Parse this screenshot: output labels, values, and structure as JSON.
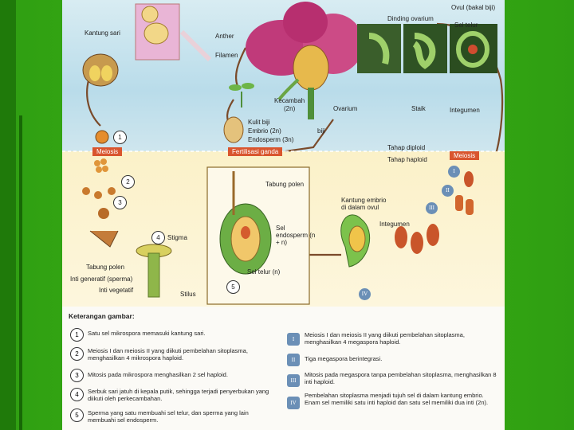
{
  "labels": {
    "kantung_sari": "Kantung sari",
    "anther": "Anther",
    "filamen": "Filamen",
    "ovul": "Ovul (bakal biji)",
    "dinding_ovarium": "Dinding ovarium",
    "sel_telur_top": "Sel telur",
    "kecambah": "Kecambah",
    "kecambah_2": "(2n)",
    "kulit_biji": "Kulit biji",
    "embrio": "Embrio (2n)",
    "endosperm": "Endosperm (3n)",
    "biji": "biji",
    "ovarium": "Ovarium",
    "staik": "Staik",
    "integumen_top": "Integumen",
    "tahap_diploid": "Tahap diploid",
    "tahap_haploid": "Tahap haploid",
    "meiosis_left": "Meiosis",
    "fertilisasi": "Fertilisasi ganda",
    "meiosis_right": "Meiosis",
    "tabung_polen_center": "Tabung polen",
    "kantung_embrio": "Kantung embrio di dalam ovul",
    "sel_endosperm": "Sel endosperm (n + n)",
    "integumen_mid": "Integumen",
    "stigma": "Stigma",
    "tabung_polen_left": "Tabung polen",
    "inti_generatif": "Inti generatif (sperma)",
    "inti_vegetatif": "Inti vegetatif",
    "stilus": "Stilus",
    "sel_telur_bottom": "Sel telur (n)"
  },
  "step_numbers": [
    "1",
    "2",
    "3",
    "4",
    "5"
  ],
  "stage_numerals": [
    "I",
    "II",
    "III",
    "IV"
  ],
  "legend": {
    "title": "Keterangan gambar:",
    "left": [
      {
        "n": "1",
        "text": "Satu sel mikrospora memasuki kantung sari."
      },
      {
        "n": "2",
        "text": "Meiosis I dan meiosis II yang diikuti pembelahan sitoplasma, menghasilkan 4 mikrospora haploid."
      },
      {
        "n": "3",
        "text": "Mitosis pada mikrospora menghasilkan 2 sel haploid."
      },
      {
        "n": "4",
        "text": "Serbuk sari jatuh di kepala putik, sehingga terjadi penyerbukan yang diikuti oleh perkecambahan."
      },
      {
        "n": "5",
        "text": "Sperma yang satu membuahi sel telur, dan sperma yang lain membuahi sel endosperm."
      }
    ],
    "right": [
      {
        "n": "I",
        "text": "Meiosis I dan meiosis II yang diikuti pembelahan sitoplasma, menghasilkan 4 megaspora haploid."
      },
      {
        "n": "II",
        "text": "Tiga megaspora berintegrasi."
      },
      {
        "n": "III",
        "text": "Mitosis pada megaspora tanpa pembelahan sitoplasma, menghasilkan 8 inti haploid."
      },
      {
        "n": "IV",
        "text": "Pembelahan sitoplasma menjadi tujuh sel di dalam kantung embrio. Enam sel memiliki satu inti haploid dan satu sel memiliki dua inti (2n)."
      }
    ]
  }
}
